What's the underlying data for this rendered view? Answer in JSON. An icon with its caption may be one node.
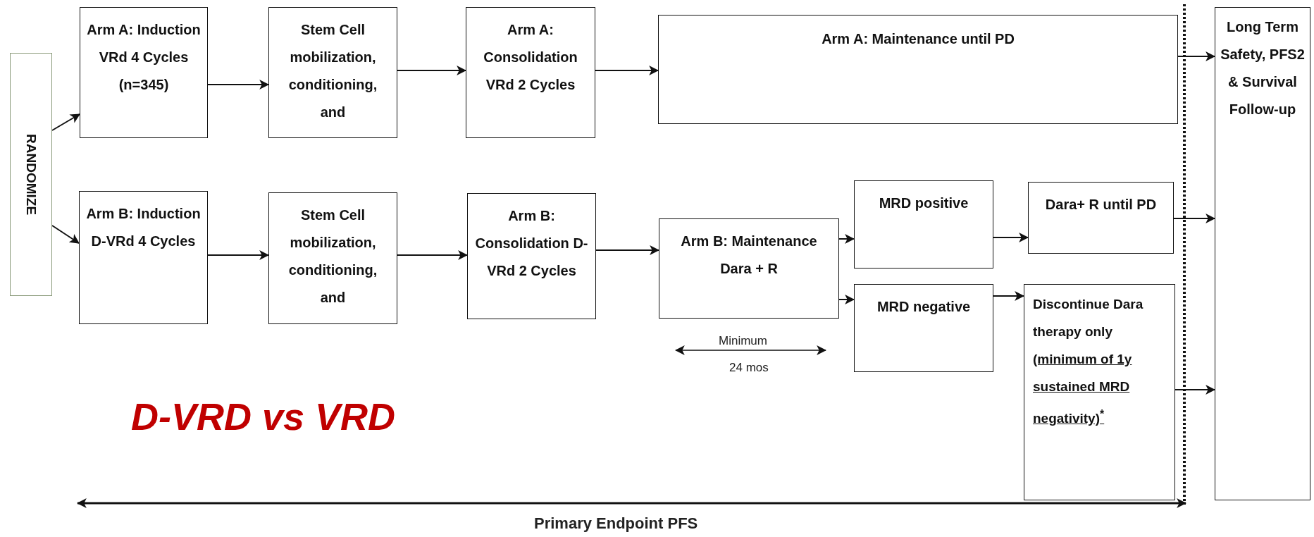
{
  "diagram": {
    "title": "D-VRD vs VRD",
    "nodes": [
      {
        "text": [
          "RANDOMIZE"
        ]
      },
      {
        "text": [
          "Arm A: Induction VRd 4 Cycles (n=345)"
        ]
      },
      {
        "text": [
          "Stem Cell mobilization, conditioning, and"
        ]
      },
      {
        "text": [
          "Arm A: Consolidation VRd 2 Cycles"
        ]
      },
      {
        "text": [
          "Arm A: Maintenance until PD"
        ]
      },
      {
        "text": [
          "Long Term Safety, PFS2 & Survival Follow-up"
        ]
      },
      {
        "text": [
          "Arm B: Induction D-VRd 4 Cycles"
        ]
      },
      {
        "text": [
          "Stem Cell mobilization, conditioning, and"
        ]
      },
      {
        "text": [
          "Arm B: Consolidation D-VRd 2 Cycles"
        ]
      },
      {
        "text": [
          "Arm B: Maintenance Dara + R"
        ]
      },
      {
        "text": [
          "MRD positive"
        ]
      },
      {
        "text": [
          "Dara+ R until PD"
        ]
      },
      {
        "text": [
          "MRD negative"
        ]
      },
      {
        "text": [
          "Discontinue Dara therapy only",
          "(minimum of 1y sustained MRD negativity)$^{*}$"
        ]
      }
    ],
    "edges": [
      {
        "from": 0,
        "to": 1,
        "arrow": "to"
      },
      {
        "from": 1,
        "to": 2,
        "arrow": "to"
      },
      {
        "from": 2,
        "to": 3,
        "arrow": "to"
      },
      {
        "from": 3,
        "to": 4,
        "arrow": "to"
      },
      {
        "from": 4,
        "to": 5,
        "arrow": "to"
      },
      {
        "from": 0,
        "to": 6,
        "arrow": "to"
      },
      {
        "from": 6,
        "to": 7,
        "arrow": "to"
      },
      {
        "from": 7,
        "to": 8,
        "arrow": "to"
      },
      {
        "from": 8,
        "to": 9,
        "arrow": "to"
      },
      {
        "from": 9,
        "to": 10,
        "arrow": "to"
      },
      {
        "from": 10,
        "to": 11,
        "arrow": "to"
      },
      {
        "from": 11,
        "to": 5,
        "arrow": "to"
      },
      {
        "from": 9,
        "to": 12,
        "arrow": "to"
      },
      {
        "from": 12,
        "to": 13,
        "arrow": "to"
      },
      {
        "from": 13,
        "to": 5,
        "arrow": "to"
      }
    ],
    "labels": [
      "Minimum",
      "24 mos",
      "Primary Endpoint PFS"
    ]
  }
}
